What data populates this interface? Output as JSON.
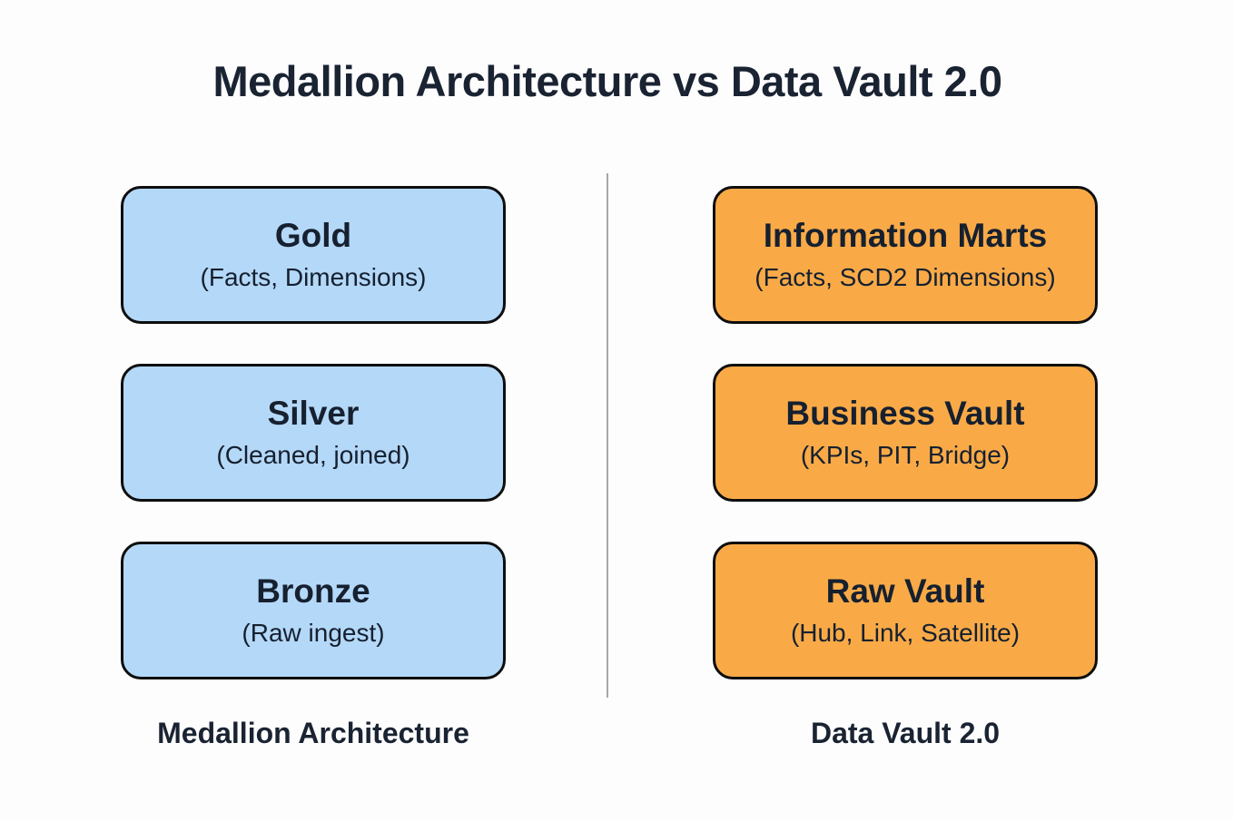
{
  "title": "Medallion Architecture vs Data Vault 2.0",
  "columns": [
    {
      "name": "Medallion Architecture",
      "fill_color": "#b4d8f8",
      "boxes": [
        {
          "title": "Gold",
          "subtitle": "(Facts, Dimensions)"
        },
        {
          "title": "Silver",
          "subtitle": "(Cleaned, joined)"
        },
        {
          "title": "Bronze",
          "subtitle": "(Raw ingest)"
        }
      ]
    },
    {
      "name": "Data Vault 2.0",
      "fill_color": "#f9aa47",
      "boxes": [
        {
          "title": "Information Marts",
          "subtitle": "(Facts, SCD2 Dimensions)"
        },
        {
          "title": "Business Vault",
          "subtitle": "(KPIs, PIT, Bridge)"
        },
        {
          "title": "Raw Vault",
          "subtitle": "(Hub, Link, Satellite)"
        }
      ]
    }
  ],
  "colors": {
    "background": "#fdfdfe",
    "medallion_fill": "#b4d8f8",
    "data_vault_fill": "#f9aa47",
    "box_border": "#0e0e0e",
    "text": "#1a2332",
    "divider": "#a7a7a7"
  }
}
